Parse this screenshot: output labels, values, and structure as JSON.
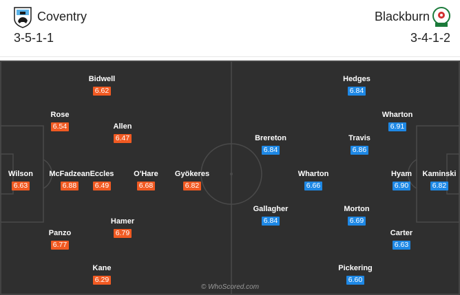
{
  "home": {
    "name": "Coventry",
    "formation": "3-5-1-1",
    "crest_icon": "coventry-elephant-crest-icon",
    "color": "#f15a22",
    "players": [
      {
        "name": "Wilson",
        "rating": "6.63"
      },
      {
        "name": "McFadzean",
        "rating": "6.88"
      },
      {
        "name": "Eccles",
        "rating": "6.49"
      },
      {
        "name": "O'Hare",
        "rating": "6.68"
      },
      {
        "name": "Gyökeres",
        "rating": "6.82"
      },
      {
        "name": "Bidwell",
        "rating": "6.62"
      },
      {
        "name": "Rose",
        "rating": "6.54"
      },
      {
        "name": "Allen",
        "rating": "6.47"
      },
      {
        "name": "Hamer",
        "rating": "6.79"
      },
      {
        "name": "Panzo",
        "rating": "6.77"
      },
      {
        "name": "Kane",
        "rating": "6.29"
      }
    ]
  },
  "away": {
    "name": "Blackburn",
    "formation": "3-4-1-2",
    "crest_icon": "blackburn-rose-crest-icon",
    "color": "#1e88e5",
    "players": [
      {
        "name": "Hedges",
        "rating": "6.84"
      },
      {
        "name": "Wharton",
        "rating": "6.91"
      },
      {
        "name": "Brereton",
        "rating": "6.84"
      },
      {
        "name": "Travis",
        "rating": "6.86"
      },
      {
        "name": "Wharton",
        "rating": "6.66"
      },
      {
        "name": "Hyam",
        "rating": "6.90"
      },
      {
        "name": "Kaminski",
        "rating": "6.82"
      },
      {
        "name": "Gallagher",
        "rating": "6.84"
      },
      {
        "name": "Morton",
        "rating": "6.69"
      },
      {
        "name": "Carter",
        "rating": "6.63"
      },
      {
        "name": "Pickering",
        "rating": "6.60"
      }
    ]
  },
  "watermark": "© WhoScored.com",
  "pitch": {
    "background": "#2f2f2f",
    "line_color": "#4a4a4a"
  }
}
